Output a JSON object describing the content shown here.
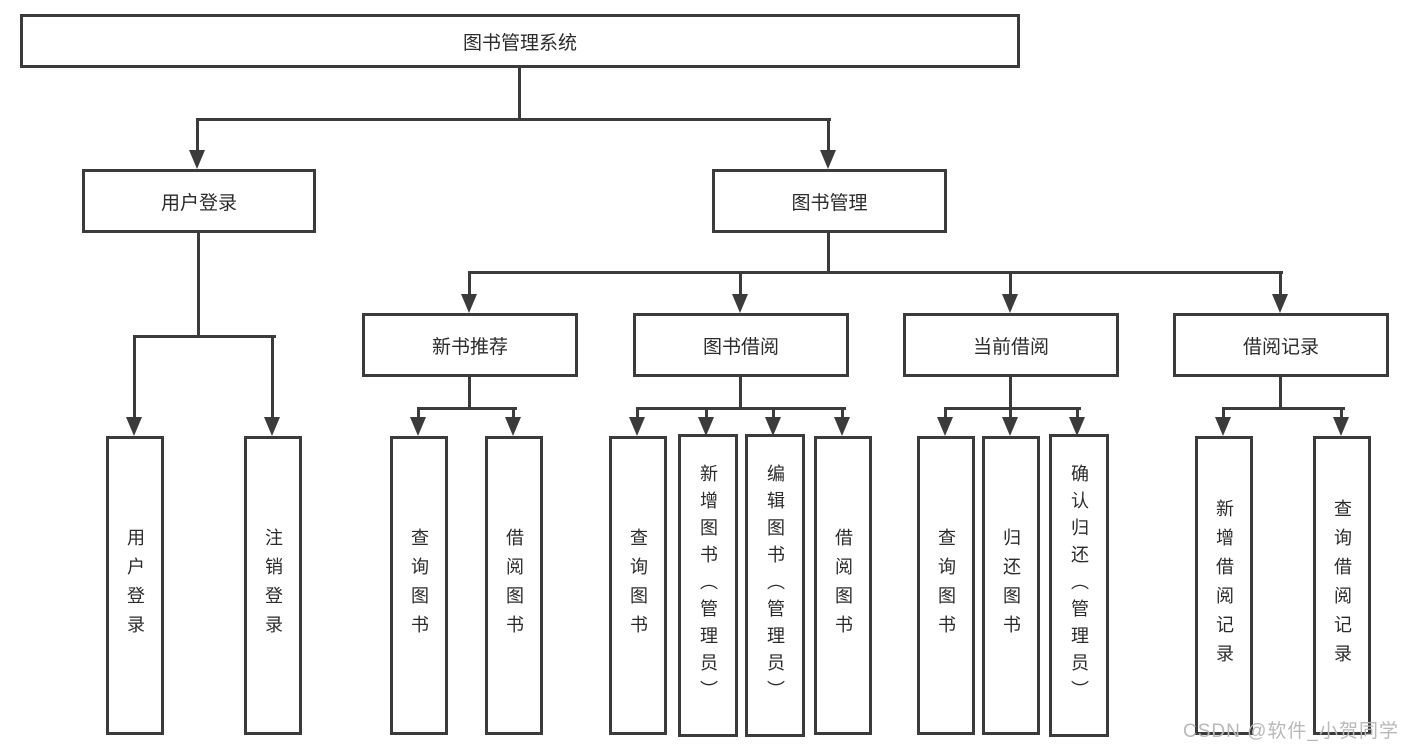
{
  "colors": {
    "line": "#3b3b3b",
    "text": "#2b2b2b",
    "box_bg": "#ffffff",
    "watermark": "#b9b9b9"
  },
  "nodes": {
    "root": "图书管理系统",
    "user_login": "用户登录",
    "book_mgmt": "图书管理",
    "new_book_rec": "新书推荐",
    "book_borrow": "图书借阅",
    "current_borrow": "当前借阅",
    "borrow_records": "借阅记录",
    "leaf_user_login": "用户登录",
    "leaf_logout": "注销登录",
    "leaf_nbr_query": "查询图书",
    "leaf_nbr_borrow": "借阅图书",
    "leaf_bb_query": "查询图书",
    "leaf_bb_add": "新增图书（管理员）",
    "leaf_bb_edit": "编辑图书（管理员）",
    "leaf_bb_borrow": "借阅图书",
    "leaf_cb_query": "查询图书",
    "leaf_cb_return": "归还图书",
    "leaf_cb_confirm": "确认归还（管理员）",
    "leaf_br_add": "新增借阅记录",
    "leaf_br_query": "查询借阅记录"
  },
  "structure": {
    "图书管理系统": {
      "用户登录": [
        "用户登录",
        "注销登录"
      ],
      "图书管理": {
        "新书推荐": [
          "查询图书",
          "借阅图书"
        ],
        "图书借阅": [
          "查询图书",
          "新增图书（管理员）",
          "编辑图书（管理员）",
          "借阅图书"
        ],
        "当前借阅": [
          "查询图书",
          "归还图书",
          "确认归还（管理员）"
        ],
        "借阅记录": [
          "新增借阅记录",
          "查询借阅记录"
        ]
      }
    }
  },
  "watermark": "CSDN @软件_小贺同学"
}
